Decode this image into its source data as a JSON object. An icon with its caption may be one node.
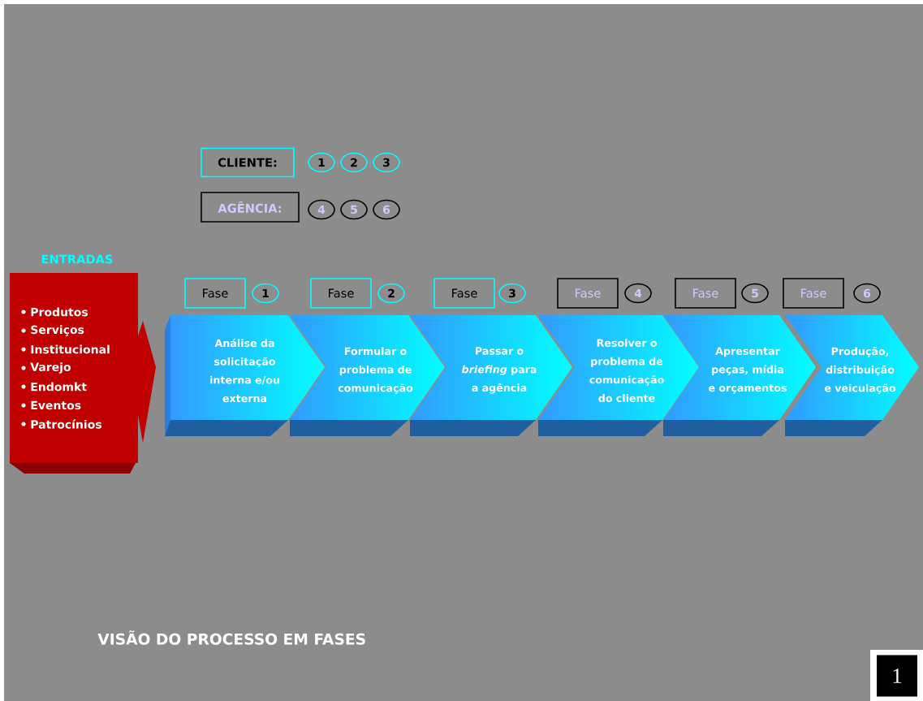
{
  "diagram": {
    "caption": "VISÃO DO PROCESSO EM FASES",
    "nodes": [
      {
        "text": [
          "CLIENTE:"
        ]
      },
      {
        "text": [
          "1"
        ]
      },
      {
        "text": [
          "2"
        ]
      },
      {
        "text": [
          "3"
        ]
      },
      {
        "text": [
          "AGÊNCIA:"
        ]
      },
      {
        "text": [
          "4"
        ]
      },
      {
        "text": [
          "5"
        ]
      },
      {
        "text": [
          "6"
        ]
      },
      {
        "text": [
          "ENTRADAS",
          "Produtos",
          "Serviços",
          "Institucional",
          "Varejo",
          "Endomkt",
          "Eventos",
          "Patrocínios"
        ]
      },
      {
        "text": [
          "Fase"
        ]
      },
      {
        "text": [
          "1"
        ]
      },
      {
        "text": [
          "Fase"
        ]
      },
      {
        "text": [
          "2"
        ]
      },
      {
        "text": [
          "Fase"
        ]
      },
      {
        "text": [
          "3"
        ]
      },
      {
        "text": [
          "Fase"
        ]
      },
      {
        "text": [
          "4"
        ]
      },
      {
        "text": [
          "Fase"
        ]
      },
      {
        "text": [
          "5"
        ]
      },
      {
        "text": [
          "Fase"
        ]
      },
      {
        "text": [
          "6"
        ]
      },
      {
        "text": [
          "Análise da solicitação interna e/ou externa"
        ]
      },
      {
        "text": [
          "Formular o problema de comunicação"
        ]
      },
      {
        "text": [
          "Passar o *briefing* para a agência"
        ]
      },
      {
        "text": [
          "Resolver o problema de comunicação do cliente"
        ]
      },
      {
        "text": [
          "Apresentar peças, mídia e orçamentos"
        ]
      },
      {
        "text": [
          "Produção, distribuição e veiculação"
        ]
      }
    ],
    "labels": [
      "1"
    ]
  }
}
